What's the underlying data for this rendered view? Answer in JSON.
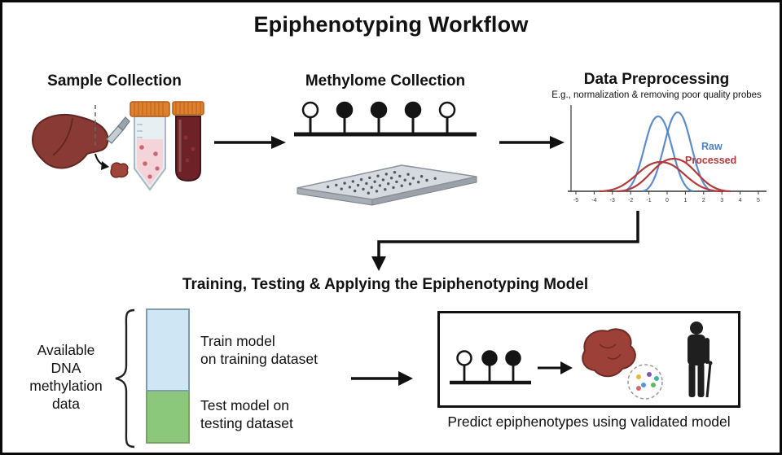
{
  "title": "Epiphenotyping Workflow",
  "sample_collection": {
    "title": "Sample Collection"
  },
  "methylome_collection": {
    "title": "Methylome Collection"
  },
  "data_preprocessing": {
    "title": "Data Preprocessing",
    "subtitle": "E.g., normalization & removing poor quality probes",
    "legend": {
      "raw": "Raw",
      "processed": "Processed"
    },
    "chart": {
      "type": "line",
      "xlim": [
        -5,
        5
      ],
      "x_ticks": [
        "-5",
        "-4",
        "-3",
        "-2",
        "-1",
        "0",
        "1",
        "2",
        "3",
        "4",
        "5"
      ],
      "series": [
        {
          "name": "Raw",
          "color": "#4d80c4",
          "curves": [
            {
              "mean": -0.5,
              "peak": 1.0,
              "sd": 0.9
            },
            {
              "mean": 0.55,
              "peak": 1.05,
              "sd": 0.85
            }
          ]
        },
        {
          "name": "Processed",
          "color": "#b23a3a",
          "curves": [
            {
              "mean": -0.35,
              "peak": 0.38,
              "sd": 1.5
            },
            {
              "mean": 0.35,
              "peak": 0.42,
              "sd": 1.4
            }
          ]
        }
      ],
      "grid": false,
      "legend_position": "right"
    }
  },
  "model": {
    "title": "Training, Testing & Applying the Epiphenotyping Model",
    "available_lines": [
      "Available",
      "DNA",
      "methylation",
      "data"
    ],
    "train_lines": [
      "Train model",
      "on training dataset"
    ],
    "test_lines": [
      "Test model on",
      "testing dataset"
    ],
    "bar": {
      "train_fraction": 0.61,
      "test_fraction": 0.39,
      "train_color": "#cfe7f5",
      "test_color": "#8cc87c"
    },
    "caption": "Predict epiphenotypes using validated model"
  },
  "colors": {
    "raw_blue": "#4d80c4",
    "processed_red": "#b23a3a",
    "train_blue": "#cfe7f5",
    "test_green": "#8cc87c",
    "cap_orange": "#e0802d",
    "liver_red": "#8a3a35",
    "blood_red": "#6e2127",
    "ink": "#111111"
  },
  "icons": {
    "liver": "liver",
    "scalpel": "scalpel",
    "tissue_sample": "tissue-sample",
    "collection_tube": "conical-tube",
    "blood_tube": "blood-tube",
    "lollipops": "methylation-lollipops",
    "microarray": "microarray-chip",
    "brace": "curly-brace",
    "tissue_blob": "tissue-blob",
    "magnifier": "cell-cluster-circle",
    "person": "elderly-person-with-cane",
    "arrow": "workflow-arrow"
  }
}
